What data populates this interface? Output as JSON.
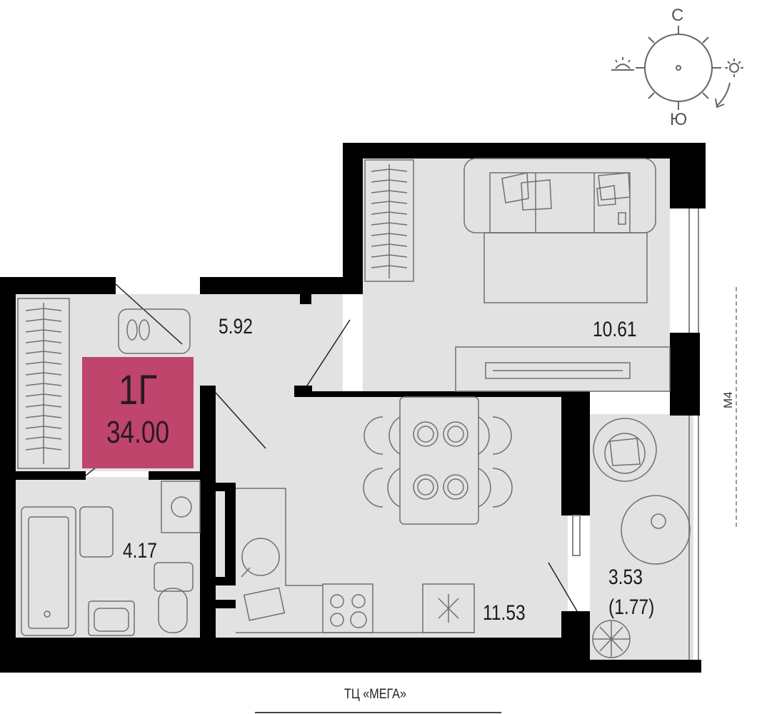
{
  "apartment": {
    "type": "1Г",
    "total_area": "34.00"
  },
  "rooms": [
    {
      "id": "hallway",
      "area": "5.92"
    },
    {
      "id": "bedroom",
      "area": "10.61"
    },
    {
      "id": "bathroom",
      "area": "4.17"
    },
    {
      "id": "kitchen",
      "area": "11.53"
    },
    {
      "id": "balcony",
      "area": "3.53",
      "reduced_area": "(1.77)"
    }
  ],
  "compass": {
    "north": "С",
    "south": "Ю"
  },
  "surroundings": {
    "road": "М4",
    "bottom": "ТЦ «МЕГА»"
  },
  "colors": {
    "walls": "#000000",
    "floor": "#e2e2e2",
    "badge": "#bf456d",
    "furniture_stroke": "#6f6f6f"
  }
}
